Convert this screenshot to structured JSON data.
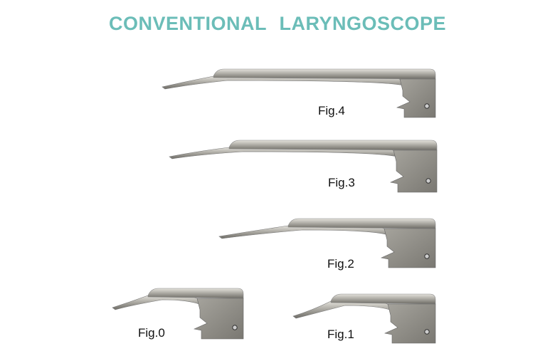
{
  "title": "CONVENTIONAL  LARYNGOSCOPE",
  "figures": [
    {
      "id": "fig4",
      "label": "Fig.4"
    },
    {
      "id": "fig3",
      "label": "Fig.3"
    },
    {
      "id": "fig2",
      "label": "Fig.2"
    },
    {
      "id": "fig0",
      "label": "Fig.0"
    },
    {
      "id": "fig1",
      "label": "Fig.1"
    }
  ],
  "colors": {
    "title": "#6bbdb8",
    "metal_light": "#d8d6d0",
    "metal_dark": "#6e6c66"
  }
}
